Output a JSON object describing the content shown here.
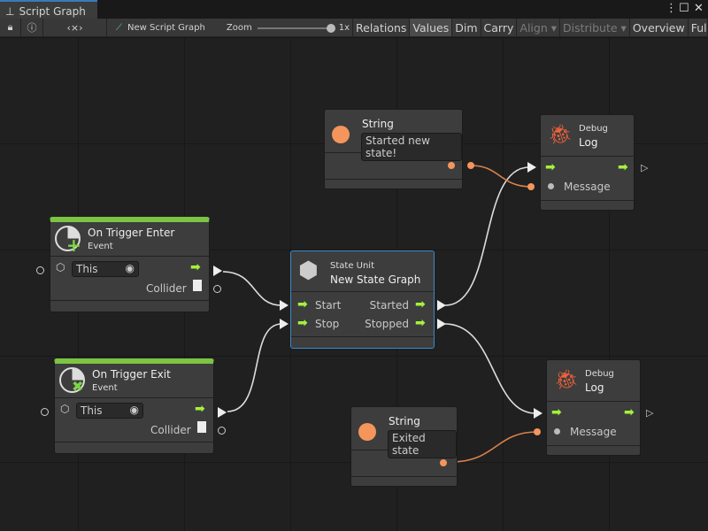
{
  "window": {
    "tab_title": "Script Graph",
    "tab_icon": "hierarchy-icon"
  },
  "toolbar": {
    "graph_name": "New Script Graph",
    "zoom_label": "Zoom",
    "zoom_value": "1x",
    "zoom_level": 1.0,
    "buttons": [
      "Relations",
      "Values",
      "Dim",
      "Carry",
      "Align",
      "Distribute",
      "Overview",
      "Full Screen"
    ],
    "active": "Values",
    "disabled": [
      "Align",
      "Distribute"
    ]
  },
  "nodes": {
    "string1": {
      "title": "String",
      "value": "Started new state!"
    },
    "string2": {
      "title": "String",
      "value": "Exited state"
    },
    "log1": {
      "category": "Debug",
      "title": "Log",
      "port": "Message"
    },
    "log2": {
      "category": "Debug",
      "title": "Log",
      "port": "Message"
    },
    "enter": {
      "title": "On Trigger Enter",
      "subtitle": "Event",
      "target": "This",
      "output": "Collider"
    },
    "exit": {
      "title": "On Trigger Exit",
      "subtitle": "Event",
      "target": "This",
      "output": "Collider"
    },
    "state": {
      "category": "State Unit",
      "title": "New  State  Graph",
      "in1": "Start",
      "in2": "Stop",
      "out1": "Started",
      "out2": "Stopped"
    }
  },
  "colors": {
    "flow": "#a4f23a",
    "string": "#f4955c",
    "event": "#7cc444",
    "selection": "#3a8ac6",
    "debug": "#f0623a"
  }
}
